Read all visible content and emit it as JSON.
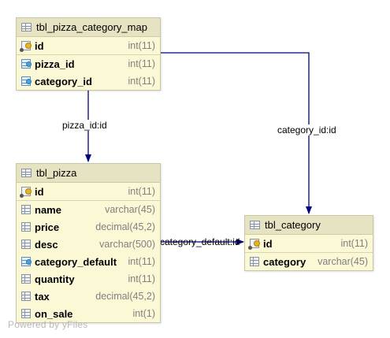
{
  "tables": {
    "map": {
      "name": "tbl_pizza_category_map",
      "columns": [
        {
          "name": "id",
          "type": "int(11)",
          "icon": "primary-key-icon"
        },
        {
          "name": "pizza_id",
          "type": "int(11)",
          "icon": "foreign-key-icon"
        },
        {
          "name": "category_id",
          "type": "int(11)",
          "icon": "foreign-key-icon"
        }
      ]
    },
    "pizza": {
      "name": "tbl_pizza",
      "columns": [
        {
          "name": "id",
          "type": "int(11)",
          "icon": "primary-key-icon"
        },
        {
          "name": "name",
          "type": "varchar(45)",
          "icon": "column-icon"
        },
        {
          "name": "price",
          "type": "decimal(45,2)",
          "icon": "column-icon"
        },
        {
          "name": "desc",
          "type": "varchar(500)",
          "icon": "column-icon"
        },
        {
          "name": "category_default",
          "type": "int(11)",
          "icon": "foreign-key-icon"
        },
        {
          "name": "quantity",
          "type": "int(11)",
          "icon": "column-icon"
        },
        {
          "name": "tax",
          "type": "decimal(45,2)",
          "icon": "column-icon"
        },
        {
          "name": "on_sale",
          "type": "int(1)",
          "icon": "column-icon"
        }
      ]
    },
    "category": {
      "name": "tbl_category",
      "columns": [
        {
          "name": "id",
          "type": "int(11)",
          "icon": "primary-key-icon"
        },
        {
          "name": "category",
          "type": "varchar(45)",
          "icon": "column-icon"
        }
      ]
    }
  },
  "relations": [
    {
      "label": "pizza_id:id",
      "from": "tbl_pizza_category_map",
      "to": "tbl_pizza"
    },
    {
      "label": "category_id:id",
      "from": "tbl_pizza_category_map",
      "to": "tbl_category"
    },
    {
      "label": "category_default:id",
      "from": "tbl_pizza",
      "to": "tbl_category"
    }
  ],
  "watermark": "Powered by yFiles",
  "colors": {
    "table_body": "#fbf8d6",
    "table_header": "#e6e3c2",
    "edge": "#000080"
  }
}
